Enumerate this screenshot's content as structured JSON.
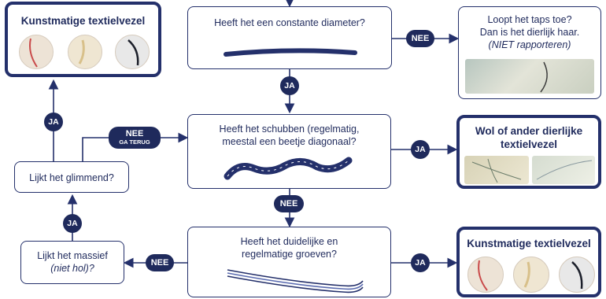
{
  "questions": {
    "constant_diameter": "Heeft het een constante diameter?",
    "scales_line1": "Heeft het schubben (regelmatig,",
    "scales_line2": "meestal een beetje diagonaal?",
    "grooves_line1": "Heeft het duidelijke en",
    "grooves_line2": "regelmatige groeven?",
    "shiny": "Lijkt het glimmend?",
    "massive_line1": "Lijkt het massief",
    "massive_line2": "(niet hol)?"
  },
  "results": {
    "synthetic_top": "Kunstmatige textielvezel",
    "synthetic_bottom": "Kunstmatige textielvezel",
    "tapered_line1": "Loopt het taps toe?",
    "tapered_line2": "Dan is het dierlijk haar.",
    "tapered_line3": "(NIET rapporteren)",
    "wool_line1": "Wol of ander dierlijke",
    "wool_line2": "textielvezel"
  },
  "labels": {
    "ja": "JA",
    "nee": "NEE",
    "nee_ga_terug_1": "NEE",
    "nee_ga_terug_2": "GA TERUG"
  },
  "colors": {
    "navy": "#1f2a5c",
    "border": "#24306b",
    "fiber_red": "#c94a4a",
    "fiber_dark": "#1c1f2a"
  },
  "icons": {
    "straight_fiber": "fiber-straight-icon",
    "scaled_fiber": "fiber-scaled-icon",
    "grooved_fiber": "fiber-grooved-icon"
  }
}
